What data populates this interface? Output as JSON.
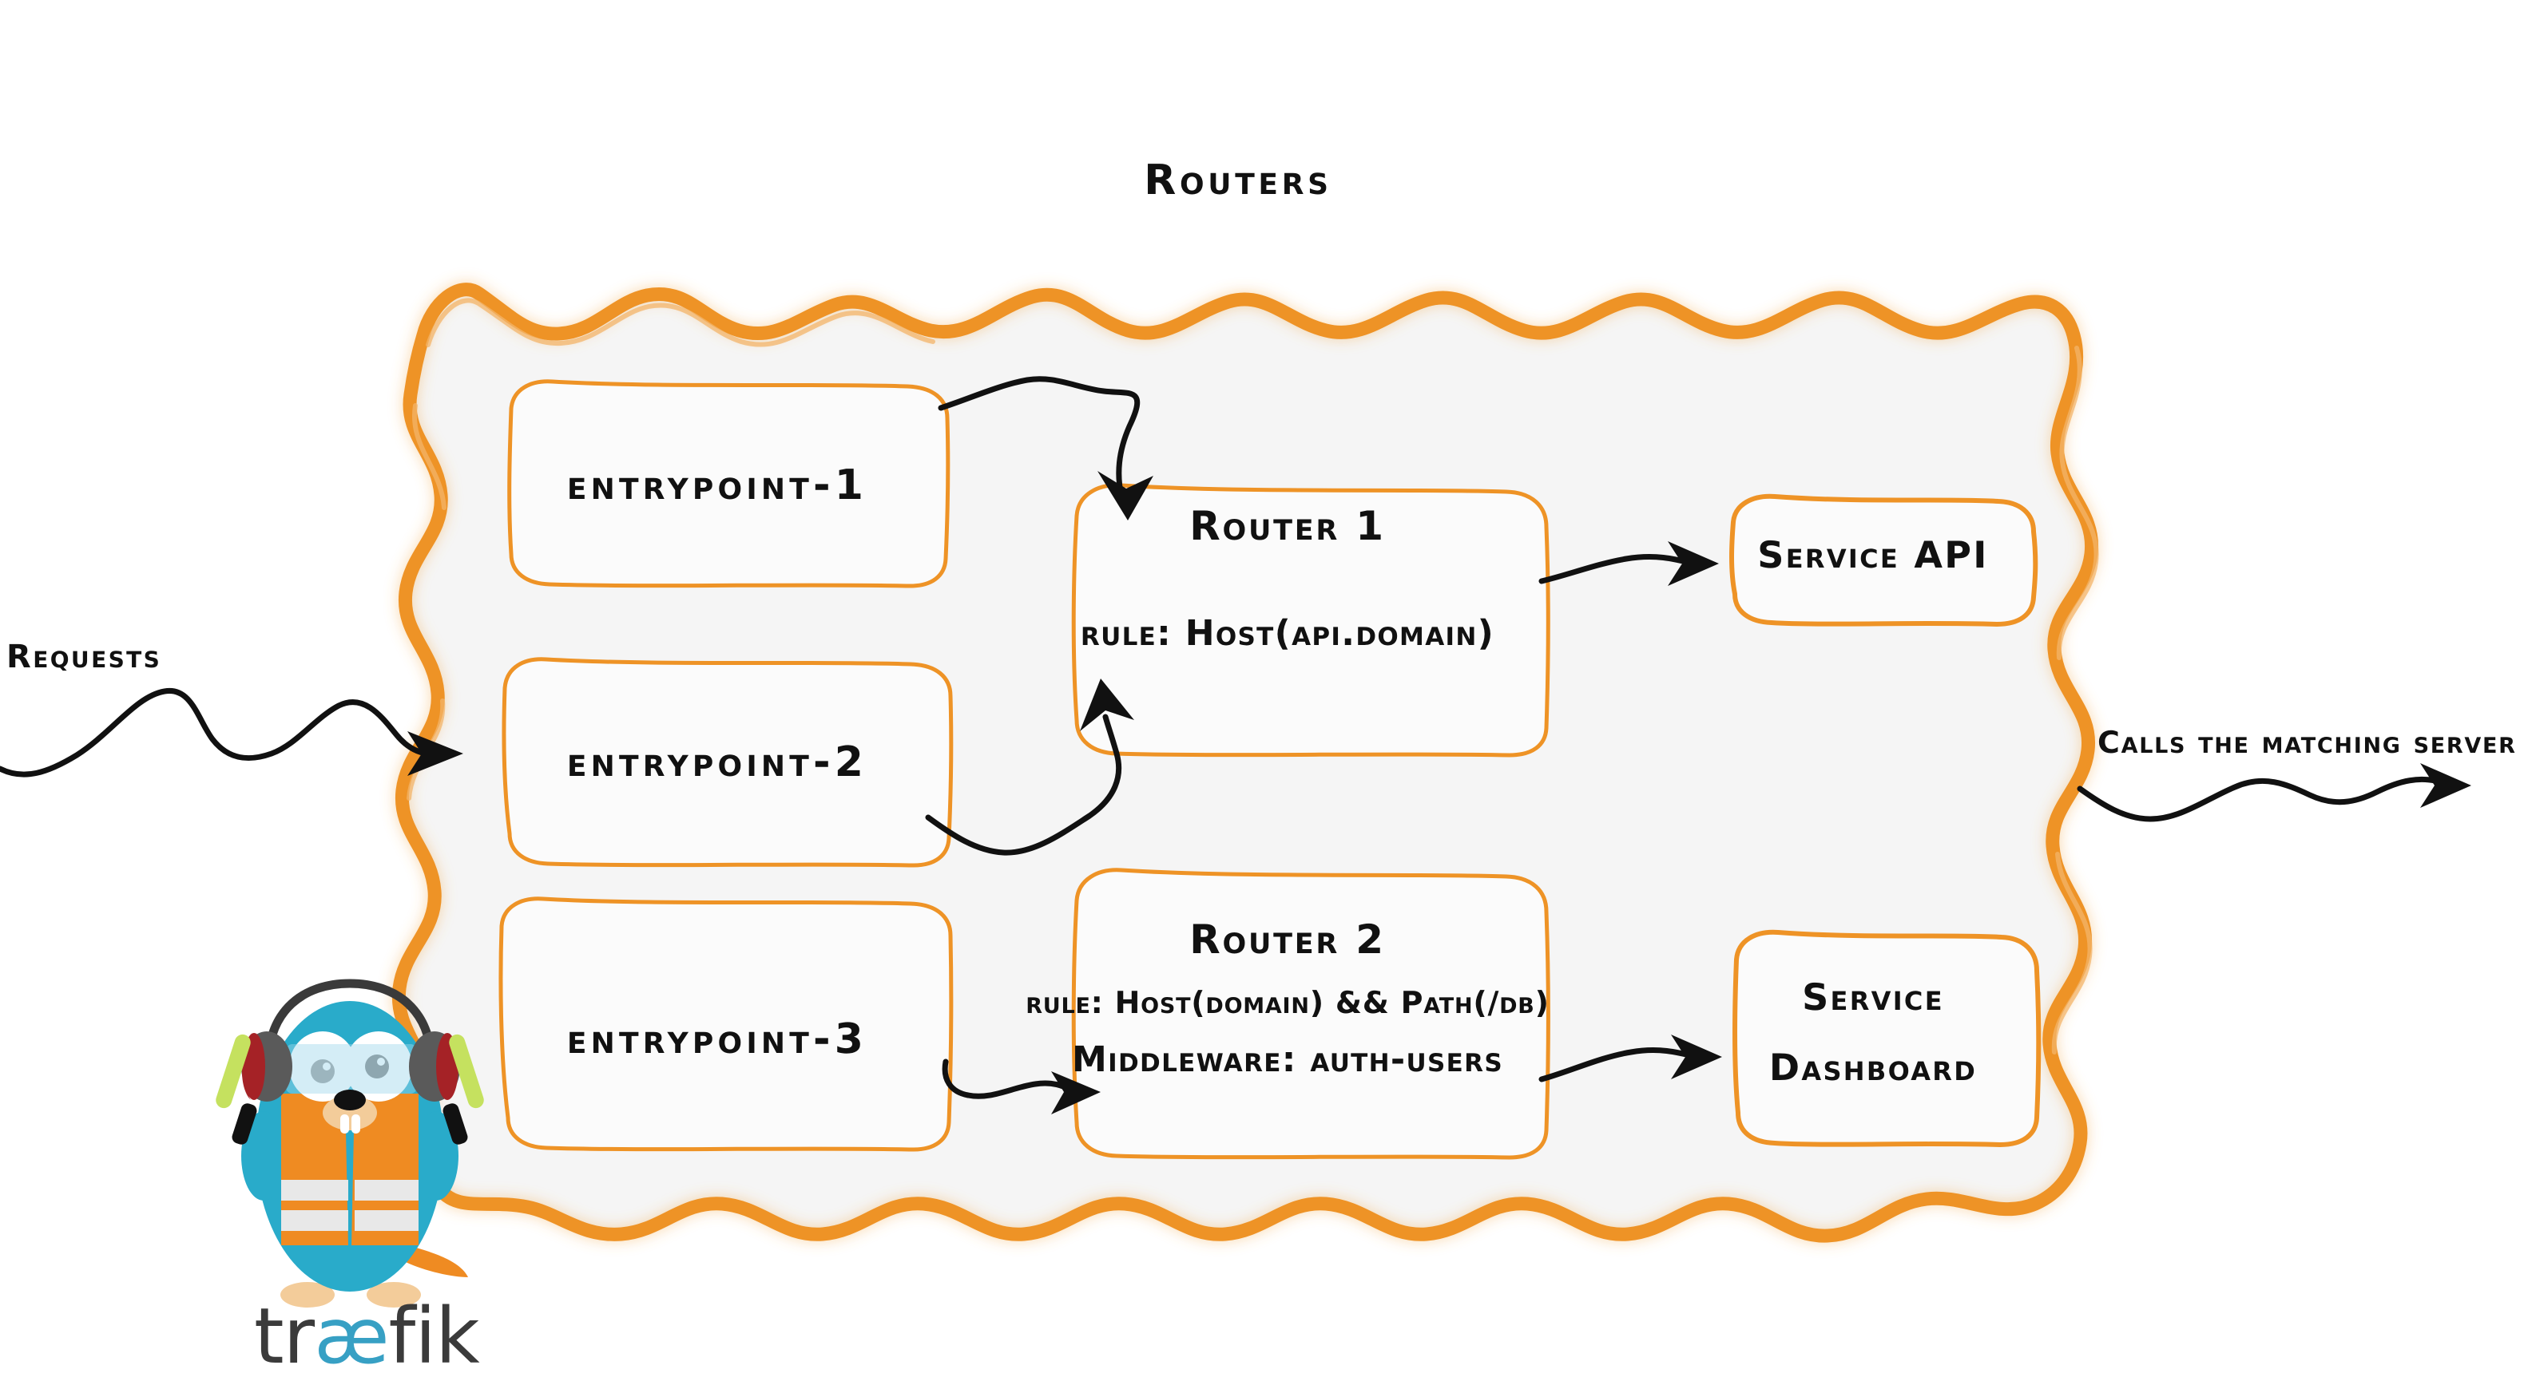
{
  "diagram": {
    "title": "Routers",
    "product": "traefik",
    "colors": {
      "brand_orange": "#ee9326",
      "panel_fill": "#f5f5f5",
      "box_fill": "#fbfbfb",
      "ink": "#111111",
      "gopher_body": "#29abca",
      "gopher_vest": "#ef8b22",
      "gopher_stripe": "#e8e8e8",
      "gopher_headphone": "#5a5a5a",
      "gopher_headphone_accent": "#a52226",
      "wand_green": "#c5e15f",
      "wordmark_dark": "#3b3b3b",
      "wordmark_accent": "#37a0c4"
    },
    "inbound": {
      "label": "Requests",
      "arrow": "squiggly-arrow-right"
    },
    "outbound": {
      "label": "Calls the matching server",
      "arrow": "squiggly-arrow-right"
    },
    "entrypoints": [
      {
        "label": "entrypoint-1"
      },
      {
        "label": "entrypoint-2"
      },
      {
        "label": "entrypoint-3"
      }
    ],
    "routers": [
      {
        "title": "Router 1",
        "lines": [
          {
            "key": "rule",
            "text": "rule: Host(api.domain)"
          }
        ]
      },
      {
        "title": "Router 2",
        "lines": [
          {
            "key": "rule",
            "text": "rule: Host(domain) && Path(/db)"
          },
          {
            "key": "middleware",
            "text": "Middleware: auth-users"
          }
        ]
      }
    ],
    "services": [
      {
        "lines": [
          "Service API"
        ]
      },
      {
        "lines": [
          "Service",
          "Dashboard"
        ]
      }
    ],
    "wordmark": {
      "pre": "tr",
      "lig": "æ",
      "post": "fik"
    }
  }
}
